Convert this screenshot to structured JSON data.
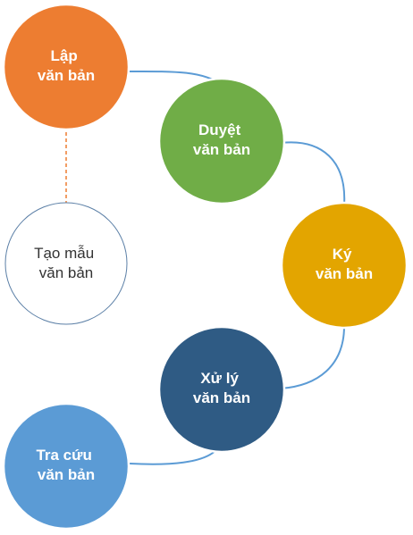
{
  "nodes": [
    {
      "id": "lap",
      "lines": [
        "Lập",
        "văn bản"
      ],
      "color": "#ed7d31",
      "style": "filled"
    },
    {
      "id": "duyet",
      "lines": [
        "Duyệt",
        "văn bản"
      ],
      "color": "#70ad47",
      "style": "filled"
    },
    {
      "id": "ky",
      "lines": [
        "Ký",
        "văn bản"
      ],
      "color": "#e3a500",
      "style": "filled"
    },
    {
      "id": "xuly",
      "lines": [
        "Xử lý",
        "văn bản"
      ],
      "color": "#2f5b84",
      "style": "filled"
    },
    {
      "id": "tracuu",
      "lines": [
        "Tra cứu",
        "văn bản"
      ],
      "color": "#5b9bd5",
      "style": "filled"
    },
    {
      "id": "taomau",
      "lines": [
        "Tạo mẫu",
        "văn bản"
      ],
      "color": "#ffffff",
      "style": "outline"
    }
  ],
  "connectors": [
    {
      "from": "lap",
      "to": "duyet",
      "style": "solid",
      "color": "#5b9bd5"
    },
    {
      "from": "duyet",
      "to": "ky",
      "style": "solid",
      "color": "#5b9bd5"
    },
    {
      "from": "ky",
      "to": "xuly",
      "style": "solid",
      "color": "#5b9bd5"
    },
    {
      "from": "xuly",
      "to": "tracuu",
      "style": "solid",
      "color": "#5b9bd5"
    },
    {
      "from": "lap",
      "to": "taomau",
      "style": "dashed",
      "color": "#ed7d31"
    }
  ]
}
